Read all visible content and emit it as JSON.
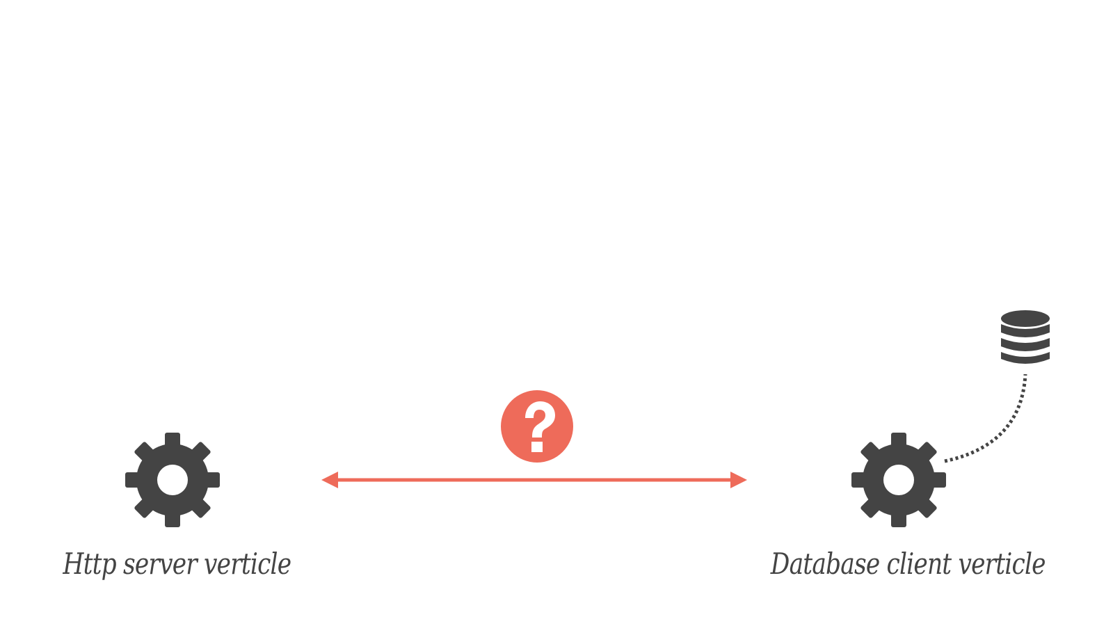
{
  "nodes": {
    "http_server": {
      "label": "Http server verticle",
      "icon": "gear-icon"
    },
    "database_client": {
      "label": "Database client verticle",
      "icon": "gear-icon"
    },
    "database": {
      "icon": "database-icon"
    }
  },
  "connection": {
    "icon": "question-icon",
    "style": "double-arrow"
  },
  "database_link": {
    "style": "dotted-curve"
  },
  "colors": {
    "icon": "#444444",
    "accent": "#EE6B5A",
    "background": "#ffffff"
  }
}
